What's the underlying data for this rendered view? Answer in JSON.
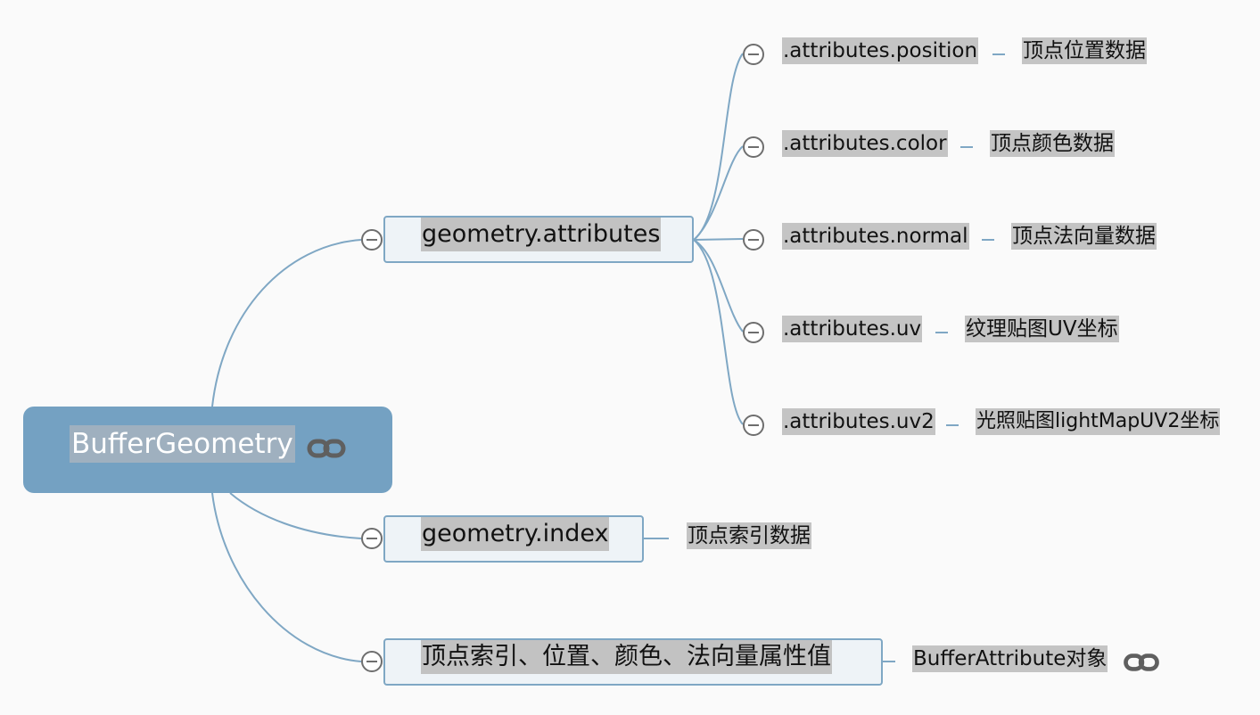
{
  "root": {
    "label": "BufferGeometry",
    "link_icon": "link-icon"
  },
  "branches": [
    {
      "label": "geometry.attributes",
      "children": [
        {
          "key": ".attributes.position",
          "desc": "顶点位置数据"
        },
        {
          "key": ".attributes.color",
          "desc": "顶点颜色数据"
        },
        {
          "key": ".attributes.normal",
          "desc": "顶点法向量数据"
        },
        {
          "key": ".attributes.uv",
          "desc": "纹理贴图UV坐标"
        },
        {
          "key": ".attributes.uv2",
          "desc": "光照贴图lightMapUV2坐标"
        }
      ]
    },
    {
      "label": "geometry.index",
      "desc": "顶点索引数据"
    },
    {
      "label": "顶点索引、位置、颜色、法向量属性值",
      "desc": "BufferAttribute对象",
      "link_icon": "link-icon"
    }
  ],
  "colors": {
    "root_fill": "#74a1c2",
    "node_fill": "#eef3f7",
    "node_border": "#7fa7c4",
    "connector": "#7fa7c4",
    "label_highlight": "#c4c4c4"
  }
}
